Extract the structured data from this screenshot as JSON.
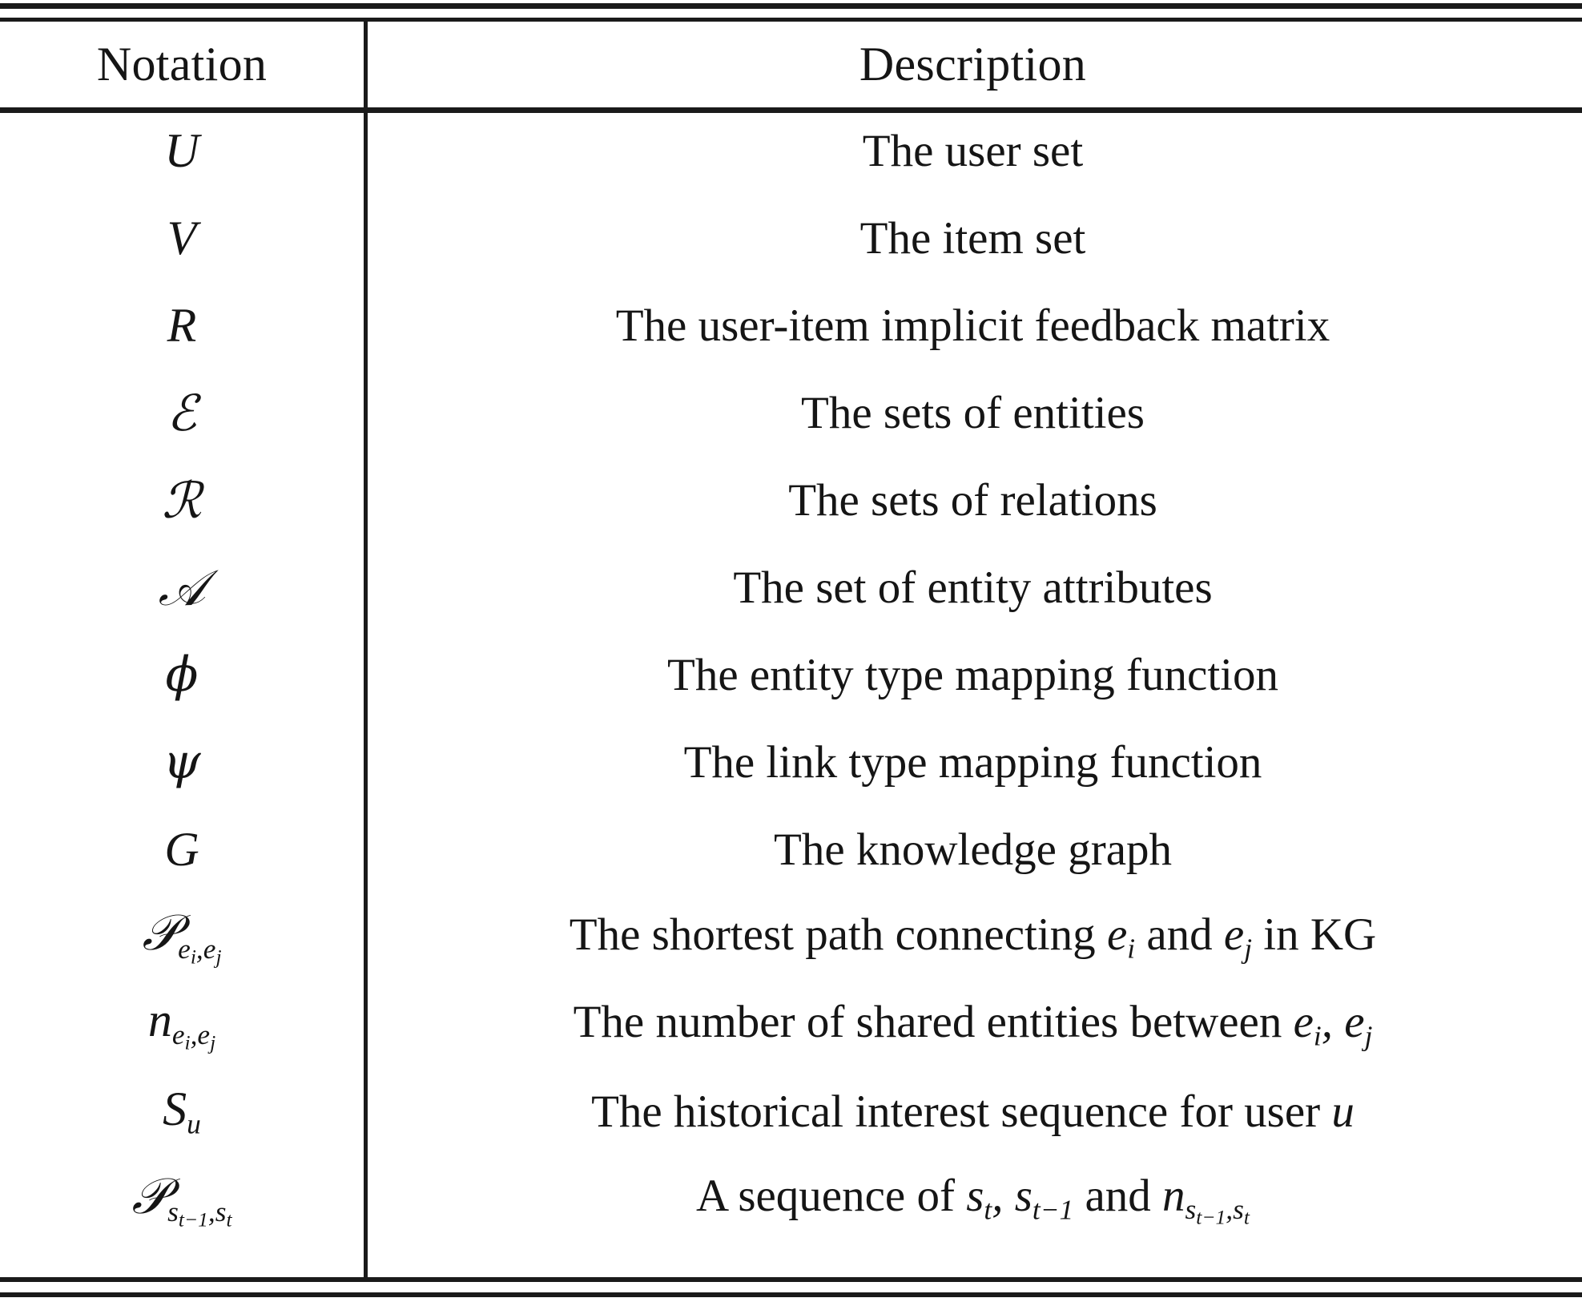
{
  "table": {
    "headers": {
      "notation": "Notation",
      "description": "Description"
    },
    "rows": [
      {
        "notation": "U",
        "description": "The user set"
      },
      {
        "notation": "V",
        "description": "The item set"
      },
      {
        "notation": "R",
        "description": "The user-item implicit feedback matrix"
      },
      {
        "notation": "ℰ",
        "description": "The sets of entities"
      },
      {
        "notation": "ℛ",
        "description": "The sets of relations"
      },
      {
        "notation": "𝒜",
        "description": "The set of entity attributes"
      },
      {
        "notation": "ϕ",
        "description": "The entity type mapping function"
      },
      {
        "notation": "ψ",
        "description": "The link type mapping function"
      },
      {
        "notation": "G",
        "description": "The knowledge graph"
      },
      {
        "notation": "𝒫e_i,e_j",
        "description": "The shortest path connecting e_i and e_j in KG"
      },
      {
        "notation": "n_e_i,e_j",
        "description": "The number of shared entities between e_i, e_j"
      },
      {
        "notation": "S_u",
        "description": "The historical interest sequence for user u"
      },
      {
        "notation": "𝒫s_t-1,s_t",
        "description": "A sequence of s_t, s_t-1 and n_s_t-1,s_t"
      }
    ],
    "symbols": {
      "U": "U",
      "V": "V",
      "R_italic": "R",
      "E_cal": "ℰ",
      "R_cal": "ℛ",
      "A_cal": "𝒜",
      "phi": "ϕ",
      "psi": "ψ",
      "G": "G",
      "P_cal": "𝒫",
      "n": "n",
      "S": "S",
      "e": "e",
      "s": "s",
      "u": "u",
      "i": "i",
      "j": "j",
      "t": "t",
      "comma": ",",
      "minus_one": "−1"
    },
    "text_fragments": {
      "the_user_set": "The user set",
      "the_item_set": "The item set",
      "feedback_matrix": "The user-item implicit feedback matrix",
      "sets_of_entities": "The sets of entities",
      "sets_of_relations": "The sets of relations",
      "set_of_entity_attributes": "The set of entity attributes",
      "entity_type_mapping": "The entity type mapping function",
      "link_type_mapping": "The link type mapping function",
      "knowledge_graph": "The knowledge graph",
      "shortest_path_a": "The shortest path connecting",
      "shortest_path_and": "and",
      "shortest_path_b": "in KG",
      "num_shared_a": "The number of shared entities between",
      "historical_a": "The historical interest sequence for user",
      "sequence_a": "A sequence of",
      "sequence_and": "and"
    }
  },
  "style": {
    "rule_color": "#1a1a1a",
    "text_color": "#151515",
    "background": "#ffffff"
  }
}
